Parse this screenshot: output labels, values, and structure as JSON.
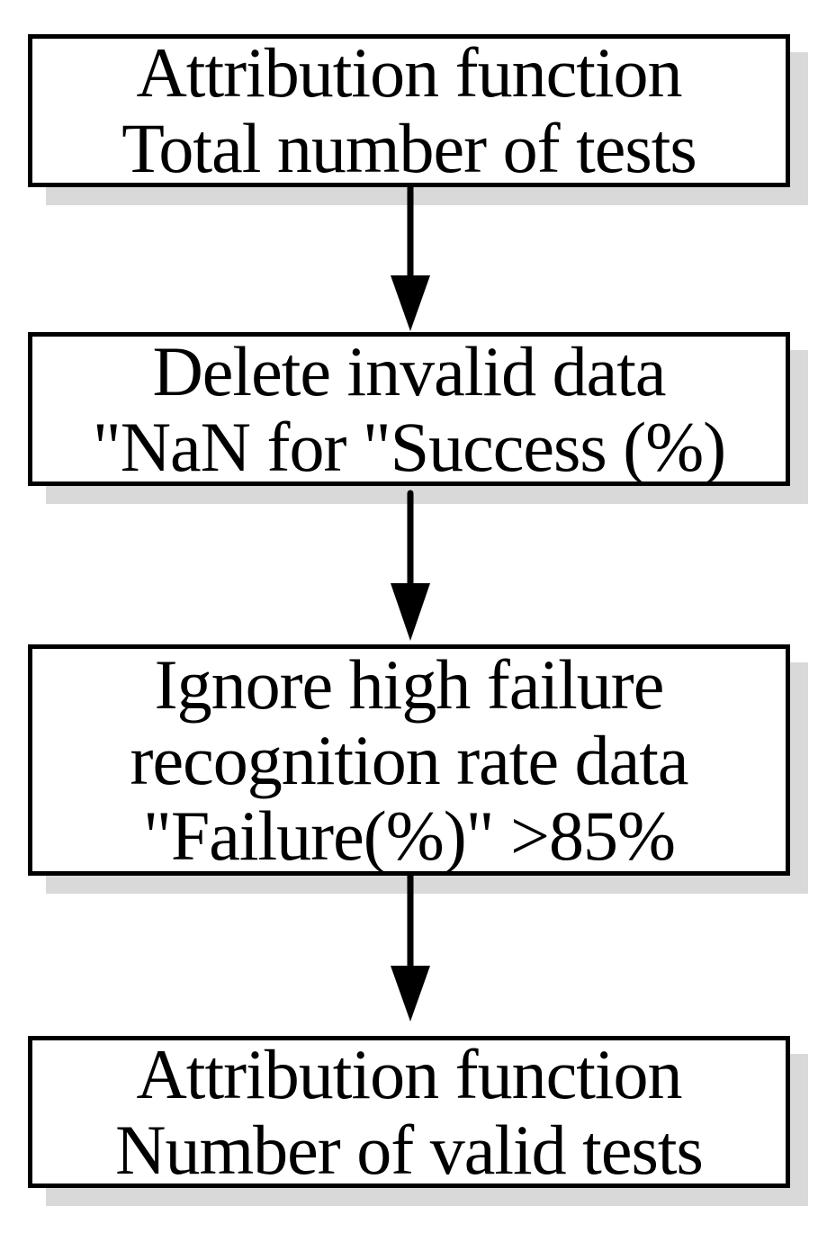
{
  "colors": {
    "background": "#ffffff",
    "box_fill": "#ffffff",
    "box_border": "#000000",
    "text": "#000000",
    "arrow": "#000000",
    "shadow": "#d9d9d9"
  },
  "flowchart": {
    "nodes": [
      {
        "id": "node-1",
        "lines": [
          "Attribution function",
          "Total number of tests"
        ]
      },
      {
        "id": "node-2",
        "lines": [
          "Delete invalid data",
          "\"NaN for \"Success (%)"
        ]
      },
      {
        "id": "node-3",
        "lines": [
          "Ignore high failure",
          "recognition rate data",
          "\"Failure(%)\" >85%"
        ]
      },
      {
        "id": "node-4",
        "lines": [
          "Attribution function",
          "Number of valid tests"
        ]
      }
    ],
    "connectors": [
      {
        "from": "node-1",
        "to": "node-2",
        "direction": "down"
      },
      {
        "from": "node-2",
        "to": "node-3",
        "direction": "down"
      },
      {
        "from": "node-3",
        "to": "node-4",
        "direction": "down"
      }
    ]
  }
}
